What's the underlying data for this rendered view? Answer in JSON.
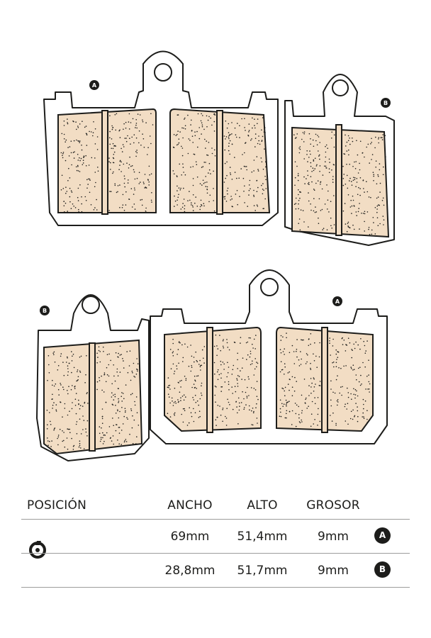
{
  "diagram": {
    "labels": {
      "a": "A",
      "b": "B"
    }
  },
  "table": {
    "headers": {
      "position": "POSICIÓN",
      "width": "ANCHO",
      "height": "ALTO",
      "thickness": "GROSOR"
    },
    "position_icon": "front-brake-disc-icon",
    "rows": [
      {
        "width": "69mm",
        "height": "51,4mm",
        "thickness": "9mm",
        "pad": "A"
      },
      {
        "width": "28,8mm",
        "height": "51,7mm",
        "thickness": "9mm",
        "pad": "B"
      }
    ]
  },
  "colors": {
    "friction": "#f2ddc4",
    "line": "#1d1d1b",
    "rule": "#9d9d9c"
  }
}
